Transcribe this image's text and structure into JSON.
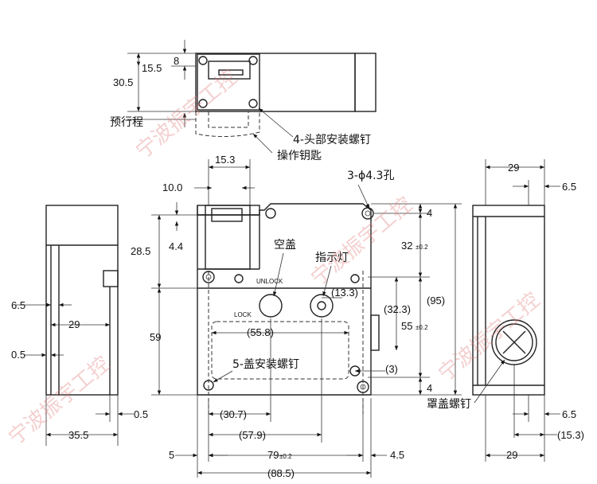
{
  "top_view": {
    "dims": {
      "d8": "8",
      "d15_5": "15.5",
      "d30_5": "30.5"
    },
    "labels": {
      "travel": "预行程",
      "head_screws": "4-头部安装螺钉",
      "key": "操作钥匙"
    }
  },
  "front_view": {
    "dims": {
      "d15_3": "15.3",
      "d10_0": "10.0",
      "d28_5": "28.5",
      "d4_4": "4.4",
      "d59": "59",
      "d4_top": "4",
      "d32": "32",
      "d32_tol": "±0.2",
      "d13_3": "(13.3)",
      "d32_3": "(32.3)",
      "d95": "(95)",
      "d55": "55",
      "d55_tol": "±0.2",
      "d55_8": "(55.8)",
      "d3": "(3)",
      "d4_bottom": "4",
      "d30_7": "(30.7)",
      "d57_9": "(57.9)",
      "d5": "5",
      "d79": "79",
      "d79_tol": "±0.2",
      "d4_5": "4.5",
      "d88_5": "(88.5)"
    },
    "labels": {
      "holes": "3-ϕ4.3孔",
      "blank_cover": "空盖",
      "indicator": "指示灯",
      "unlock": "UNLOCK",
      "lock": "LOCK",
      "cover_screws": "5-盖安装螺钉"
    }
  },
  "left_view": {
    "dims": {
      "d6_5": "6.5",
      "d29": "29",
      "d0_5a": "0.5",
      "d0_5b": "0.5",
      "d35_5": "35.5"
    }
  },
  "right_view": {
    "dims": {
      "d29_top": "29",
      "d6_5_top": "6.5",
      "d6_5_bottom": "6.5",
      "d15_3": "(15.3)",
      "d29_bottom": "29"
    },
    "labels": {
      "cover_screw": "罩盖螺钉"
    }
  },
  "watermark": "宁波振宇工控"
}
